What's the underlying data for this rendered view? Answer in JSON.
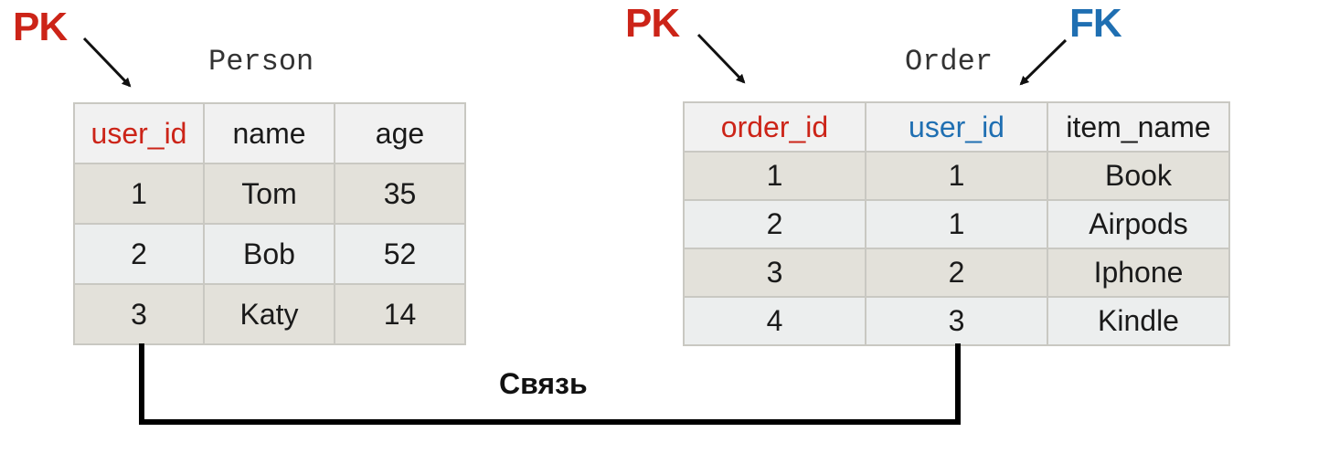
{
  "person": {
    "pk_label": "PK",
    "title": "Person",
    "headers": [
      "user_id",
      "name",
      "age"
    ],
    "rows": [
      [
        "1",
        "Tom",
        "35"
      ],
      [
        "2",
        "Bob",
        "52"
      ],
      [
        "3",
        "Katy",
        "14"
      ]
    ]
  },
  "order": {
    "pk_label": "PK",
    "fk_label": "FK",
    "title": "Order",
    "headers": [
      "order_id",
      "user_id",
      "item_name"
    ],
    "rows": [
      [
        "1",
        "1",
        "Book"
      ],
      [
        "2",
        "1",
        "Airpods"
      ],
      [
        "3",
        "2",
        "Iphone"
      ],
      [
        "4",
        "3",
        "Kindle"
      ]
    ]
  },
  "relation": {
    "label": "Связь"
  },
  "colors": {
    "pk": "#cc2418",
    "fk": "#1f6fb2",
    "row_odd": "#e3e1da",
    "row_even": "#eceeee",
    "connector": "#000000"
  }
}
